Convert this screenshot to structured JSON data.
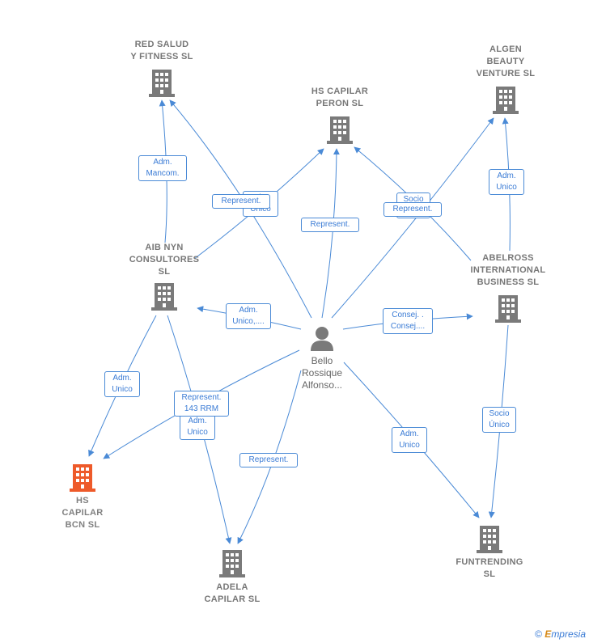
{
  "colors": {
    "edge": "#4a8ad6",
    "building": "#7a7a7a",
    "building_highlight": "#ee5a2a",
    "person": "#7a7a7a"
  },
  "nodes": {
    "red_salud": "RED SALUD\nY FITNESS  SL",
    "hs_capilar_peron": "HS CAPILAR\nPERON  SL",
    "algen": "ALGEN\nBEAUTY\nVENTURE  SL",
    "aib": "AIB NYN\nCONSULTORES\nSL",
    "abelross": "ABELROSS\nINTERNATIONAL\nBUSINESS SL",
    "hs_capilar_bcn": "HS\nCAPILAR\nBCN  SL",
    "adela": "ADELA\nCAPILAR  SL",
    "funtrending": "FUNTRENDING\nSL",
    "person": "Bello\nRossique\nAlfonso..."
  },
  "edge_labels": {
    "adm_mancom": "Adm.\nMancom.",
    "represent_1": "Represent.",
    "adm_unico_hidden": "Adm.\nUnico",
    "represent_2": "Represent.",
    "socio_unico_top": "Socio\nÚnico",
    "represent_3": "Represent.",
    "adm_unico_algen": "Adm.\nUnico",
    "adm_unico_aib": "Adm.\nUnico,....",
    "consej": "Consej. .\nConsej....",
    "adm_unico_left": "Adm.\nUnico",
    "represent_143": "Represent.\n143 RRM",
    "adm_unico_mid": "Adm.\nUnico",
    "represent_4": "Represent.",
    "adm_unico_fun": "Adm.\nUnico",
    "socio_unico_fun": "Socio\nÚnico"
  },
  "footer": {
    "copyright": "©",
    "brand_first": "E",
    "brand_rest": "mpresia"
  },
  "icons": {
    "building": "building-icon",
    "person": "person-icon"
  }
}
